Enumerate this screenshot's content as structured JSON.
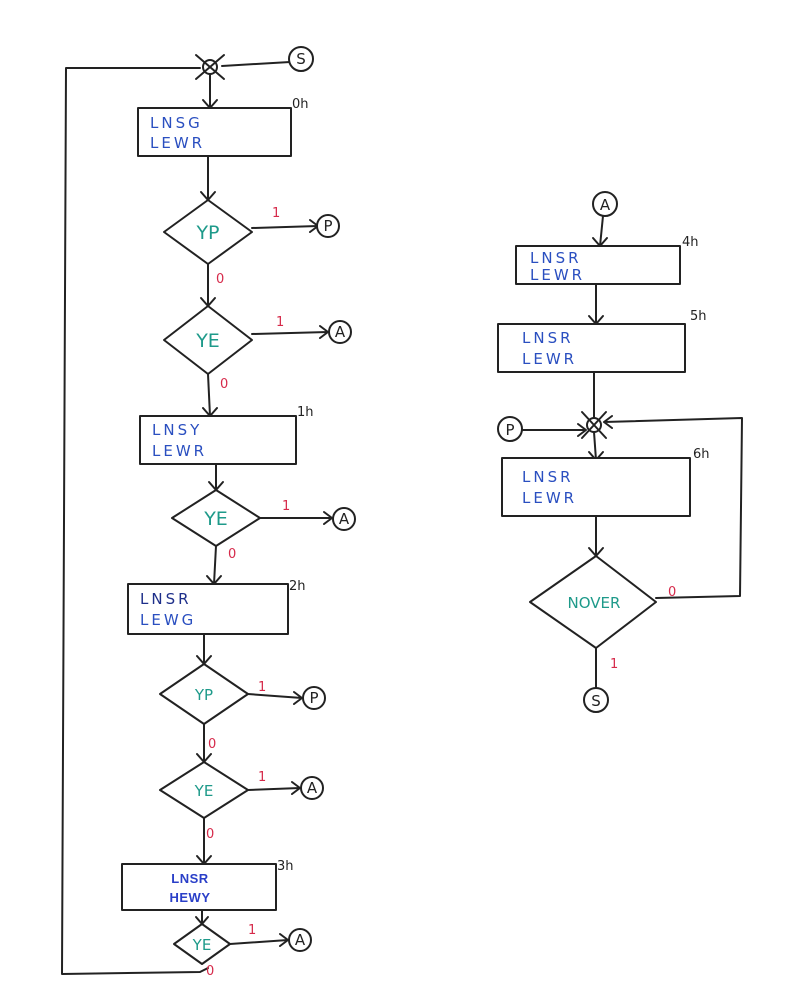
{
  "colors": {
    "line": "#222222",
    "action_text": "#2a4fc0",
    "decision_text": "#1e9a8a",
    "branch_text": "#d62a4a"
  },
  "connectors": {
    "start_top": "S",
    "p_yp0": "P",
    "a_ye0": "A",
    "a_ye1": "A",
    "p_yp2": "P",
    "a_ye2": "A",
    "a_ye3": "A",
    "right_a_in": "A",
    "right_p_in": "P",
    "right_s_out": "S"
  },
  "states": [
    {
      "tag": "0h",
      "line1": "LNSG",
      "line2": "LEWR"
    },
    {
      "tag": "1h",
      "line1": "LNSY",
      "line2": "LEWR"
    },
    {
      "tag": "2h",
      "line1": "LNSR",
      "line2": "LEWG"
    },
    {
      "tag": "3h",
      "line1": "LNSR",
      "line2": "HEWY"
    },
    {
      "tag": "4h",
      "line1": "LNSR",
      "line2": "LEWR"
    },
    {
      "tag": "5h",
      "line1": "LNSR",
      "line2": "LEWR"
    },
    {
      "tag": "6h",
      "line1": "LNSR",
      "line2": "LEWR"
    }
  ],
  "decisions": {
    "d0": {
      "label": "YP",
      "yes": "1",
      "no": "0"
    },
    "d1": {
      "label": "YE",
      "yes": "1",
      "no": "0"
    },
    "d2": {
      "label": "YE",
      "yes": "1",
      "no": "0"
    },
    "d3": {
      "label": "YP",
      "yes": "1",
      "no": "0"
    },
    "d4": {
      "label": "YE",
      "yes": "1",
      "no": "0"
    },
    "d5": {
      "label": "YE",
      "yes": "1",
      "no": "0"
    },
    "d6": {
      "label": "NOVER",
      "yes": "1",
      "no": "0"
    }
  }
}
